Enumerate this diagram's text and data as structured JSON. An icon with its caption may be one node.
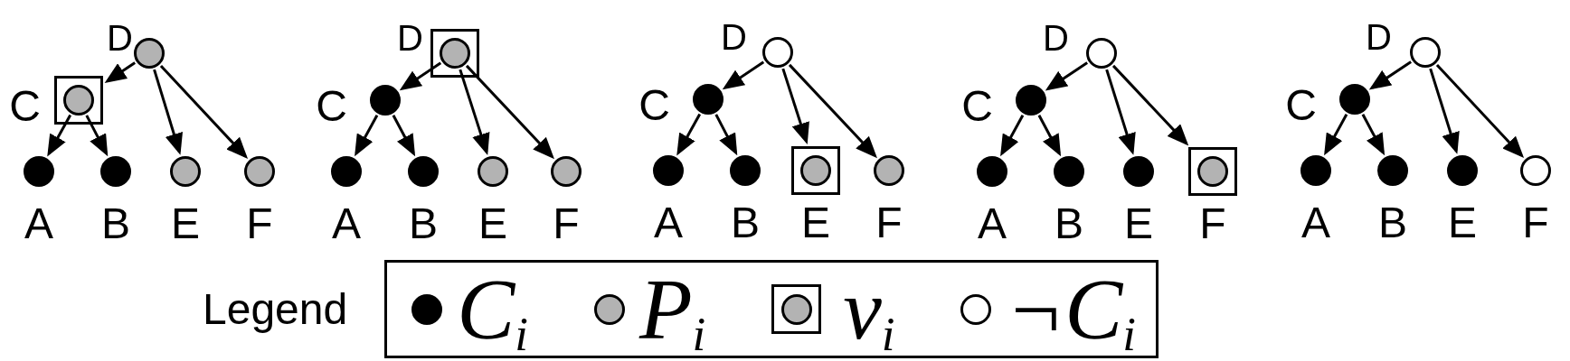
{
  "diagram": {
    "nodes": [
      {
        "text": [],
        "shape": "circle",
        "beside": [
          "D"
        ]
      },
      {
        "text": [],
        "shape": "box"
      },
      {
        "text": [],
        "shape": "circle",
        "beside": [
          "C"
        ],
        "in": 1
      },
      {
        "text": [],
        "shape": "circle",
        "beside": [
          "A"
        ]
      },
      {
        "text": [],
        "shape": "circle",
        "beside": [
          "B"
        ]
      },
      {
        "text": [],
        "shape": "circle",
        "beside": [
          "E"
        ]
      },
      {
        "text": [],
        "shape": "circle",
        "beside": [
          "F"
        ]
      },
      {
        "text": [],
        "shape": "box"
      },
      {
        "text": [],
        "shape": "circle",
        "beside": [
          "D"
        ],
        "in": 7
      },
      {
        "text": [],
        "shape": "circle",
        "beside": [
          "C"
        ]
      },
      {
        "text": [],
        "shape": "circle",
        "beside": [
          "A"
        ]
      },
      {
        "text": [],
        "shape": "circle",
        "beside": [
          "B"
        ]
      },
      {
        "text": [],
        "shape": "circle",
        "beside": [
          "E"
        ]
      },
      {
        "text": [],
        "shape": "circle",
        "beside": [
          "F"
        ]
      },
      {
        "text": [],
        "shape": "circle",
        "beside": [
          "D"
        ]
      },
      {
        "text": [],
        "shape": "circle",
        "beside": [
          "C"
        ]
      },
      {
        "text": [],
        "shape": "circle",
        "beside": [
          "A"
        ]
      },
      {
        "text": [],
        "shape": "circle",
        "beside": [
          "B"
        ]
      },
      {
        "text": [],
        "shape": "box"
      },
      {
        "text": [],
        "shape": "circle",
        "beside": [
          "E"
        ],
        "in": 18
      },
      {
        "text": [],
        "shape": "circle",
        "beside": [
          "F"
        ]
      },
      {
        "text": [],
        "shape": "circle",
        "beside": [
          "D"
        ]
      },
      {
        "text": [],
        "shape": "circle",
        "beside": [
          "C"
        ]
      },
      {
        "text": [],
        "shape": "circle",
        "beside": [
          "A"
        ]
      },
      {
        "text": [],
        "shape": "circle",
        "beside": [
          "B"
        ]
      },
      {
        "text": [],
        "shape": "circle",
        "beside": [
          "E"
        ]
      },
      {
        "text": [],
        "shape": "box"
      },
      {
        "text": [],
        "shape": "circle",
        "beside": [
          "F"
        ],
        "in": 26
      },
      {
        "text": [],
        "shape": "circle",
        "beside": [
          "D"
        ]
      },
      {
        "text": [],
        "shape": "circle",
        "beside": [
          "C"
        ]
      },
      {
        "text": [],
        "shape": "circle",
        "beside": [
          "A"
        ]
      },
      {
        "text": [],
        "shape": "circle",
        "beside": [
          "B"
        ]
      },
      {
        "text": [],
        "shape": "circle",
        "beside": [
          "E"
        ]
      },
      {
        "text": [],
        "shape": "circle",
        "beside": [
          "F"
        ]
      }
    ],
    "edges": [
      {
        "from": 0,
        "to": 2,
        "arrow": "to"
      },
      {
        "from": 0,
        "to": 5,
        "arrow": "to"
      },
      {
        "from": 0,
        "to": 6,
        "arrow": "to"
      },
      {
        "from": 2,
        "to": 3,
        "arrow": "to"
      },
      {
        "from": 2,
        "to": 4,
        "arrow": "to"
      },
      {
        "from": 8,
        "to": 9,
        "arrow": "to"
      },
      {
        "from": 8,
        "to": 12,
        "arrow": "to"
      },
      {
        "from": 8,
        "to": 13,
        "arrow": "to"
      },
      {
        "from": 9,
        "to": 10,
        "arrow": "to"
      },
      {
        "from": 9,
        "to": 11,
        "arrow": "to"
      },
      {
        "from": 14,
        "to": 15,
        "arrow": "to"
      },
      {
        "from": 14,
        "to": 19,
        "arrow": "to"
      },
      {
        "from": 14,
        "to": 20,
        "arrow": "to"
      },
      {
        "from": 15,
        "to": 16,
        "arrow": "to"
      },
      {
        "from": 15,
        "to": 17,
        "arrow": "to"
      },
      {
        "from": 21,
        "to": 22,
        "arrow": "to"
      },
      {
        "from": 21,
        "to": 25,
        "arrow": "to"
      },
      {
        "from": 21,
        "to": 27,
        "arrow": "to"
      },
      {
        "from": 22,
        "to": 23,
        "arrow": "to"
      },
      {
        "from": 22,
        "to": 24,
        "arrow": "to"
      },
      {
        "from": 28,
        "to": 29,
        "arrow": "to"
      },
      {
        "from": 28,
        "to": 32,
        "arrow": "to"
      },
      {
        "from": 28,
        "to": 33,
        "arrow": "to"
      },
      {
        "from": 29,
        "to": 30,
        "arrow": "to"
      },
      {
        "from": 29,
        "to": 31,
        "arrow": "to"
      }
    ],
    "labels": [
      "Legend"
    ],
    "legend": [
      {
        "text": "C$_{i}$",
        "color": "#000000"
      },
      {
        "text": "P$_{i}$",
        "color": "#b3b3b3"
      },
      {
        "text": "v$_{i}$"
      },
      {
        "text": "¬C$_{i}$",
        "color": "#ffffff"
      }
    ]
  }
}
